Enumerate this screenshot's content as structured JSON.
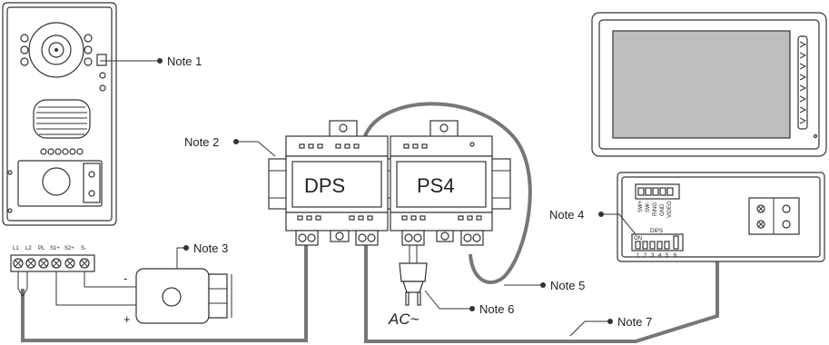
{
  "notes": {
    "note1": "Note 1",
    "note2": "Note 2",
    "note3": "Note 3",
    "note4": "Note 4",
    "note5": "Note 5",
    "note6": "Note 6",
    "note7": "Note 7"
  },
  "modules": {
    "dps": "DPS",
    "ps4": "PS4"
  },
  "ac_label": "AC~",
  "terminals": [
    "L1",
    "L2",
    "PL",
    "S1+",
    "S2+",
    "S-"
  ],
  "lock_polarity": {
    "minus": "-",
    "plus": "+"
  },
  "indoor_connector_labels": [
    "SW+",
    "SW-",
    "RING",
    "GND",
    "VIDEO"
  ],
  "dips": {
    "title": "DIPS",
    "on": "ON",
    "numbers": [
      "1",
      "2",
      "3",
      "4",
      "5",
      "6"
    ]
  },
  "colors": {
    "line": "#333333",
    "cable": "#777777"
  }
}
